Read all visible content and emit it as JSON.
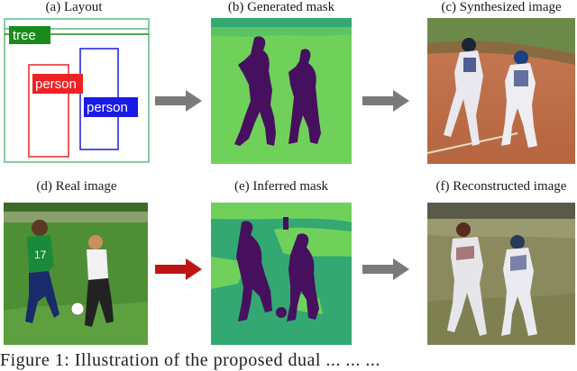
{
  "captions": {
    "layout": "(a) Layout",
    "generated_mask": "(b) Generated mask",
    "synthesized": "(c) Synthesized image",
    "real": "(d) Real image",
    "inferred_mask": "(e) Inferred mask",
    "reconstructed": "(f) Reconstructed image"
  },
  "layout_labels": {
    "tree": "tree",
    "person1": "person",
    "person2": "person"
  },
  "layout_colors": {
    "tree": "#1a8a1a",
    "person1": "#ee2222",
    "person2": "#1a1ae6",
    "frame": "#3aaa6a"
  },
  "mask_colors": {
    "background_light": "#6fd15a",
    "background_dark": "#33a872",
    "person": "#46105e"
  },
  "arrow_colors": {
    "gray": "#7a7a7a",
    "red": "#c01414"
  },
  "figure_caption": "Figure 1: Illustration of the proposed dual ... ... ..."
}
